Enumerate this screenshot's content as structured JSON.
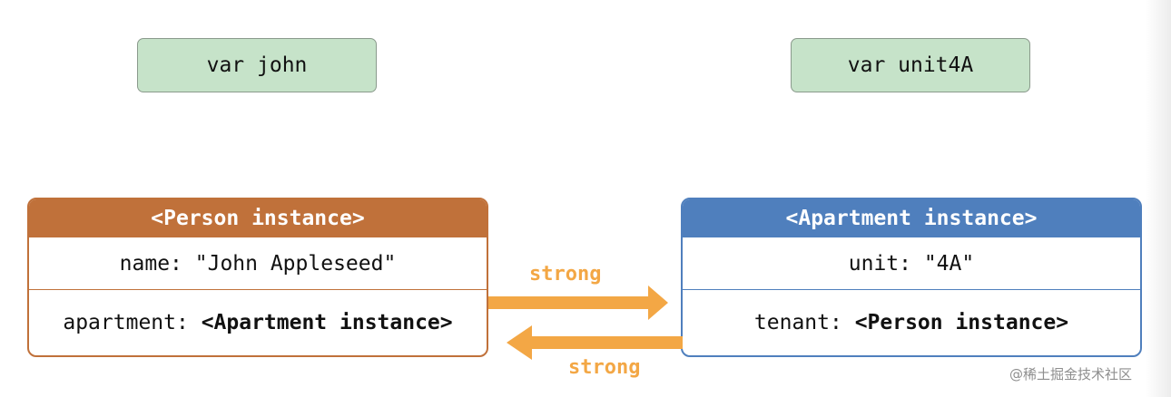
{
  "variables": {
    "john": "var john",
    "unit4A": "var unit4A"
  },
  "person_instance": {
    "header": "<Person instance>",
    "name_row": "name: \"John Appleseed\"",
    "apartment_key": "apartment: ",
    "apartment_value": "<Apartment instance>"
  },
  "apartment_instance": {
    "header": "<Apartment instance>",
    "unit_row": "unit: \"4A\"",
    "tenant_key": "tenant: ",
    "tenant_value": "<Person instance>"
  },
  "references": {
    "person_to_apartment": "strong",
    "apartment_to_person": "strong"
  },
  "watermark": "@稀土掘金技术社区",
  "colors": {
    "variable_box": "#c6e3c9",
    "person": "#c0713a",
    "apartment": "#4f7fbd",
    "arrow": "#f3a745"
  }
}
